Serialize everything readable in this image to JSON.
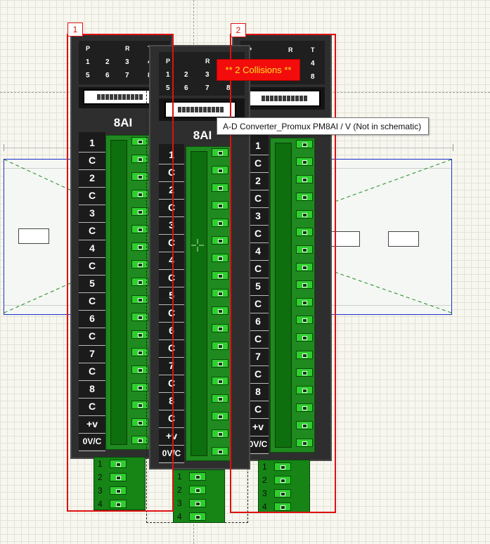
{
  "collision_banner": "** 2 Collisions **",
  "tooltip": "A-D Converter_Promux PM8AI / V (Not in schematic)",
  "badges": [
    "1",
    "2"
  ],
  "module": {
    "title": "8AI",
    "top_left": {
      "row1": [
        "P",
        "R",
        "T"
      ],
      "row2": [
        "1",
        "2",
        "3",
        "4"
      ],
      "row3": [
        "5",
        "6",
        "7",
        "8"
      ]
    },
    "channel_labels": [
      "1",
      "C",
      "2",
      "C",
      "3",
      "C",
      "4",
      "C",
      "5",
      "C",
      "6",
      "C",
      "7",
      "C",
      "8",
      "C",
      "+v",
      "0V/C"
    ],
    "plug_labels": [
      "1",
      "2",
      "3",
      "4"
    ]
  },
  "colors": {
    "selection": "#e01010",
    "rail": "#1c2fc8",
    "terminal": "#2fce2f",
    "banner": "#f20c0c"
  }
}
